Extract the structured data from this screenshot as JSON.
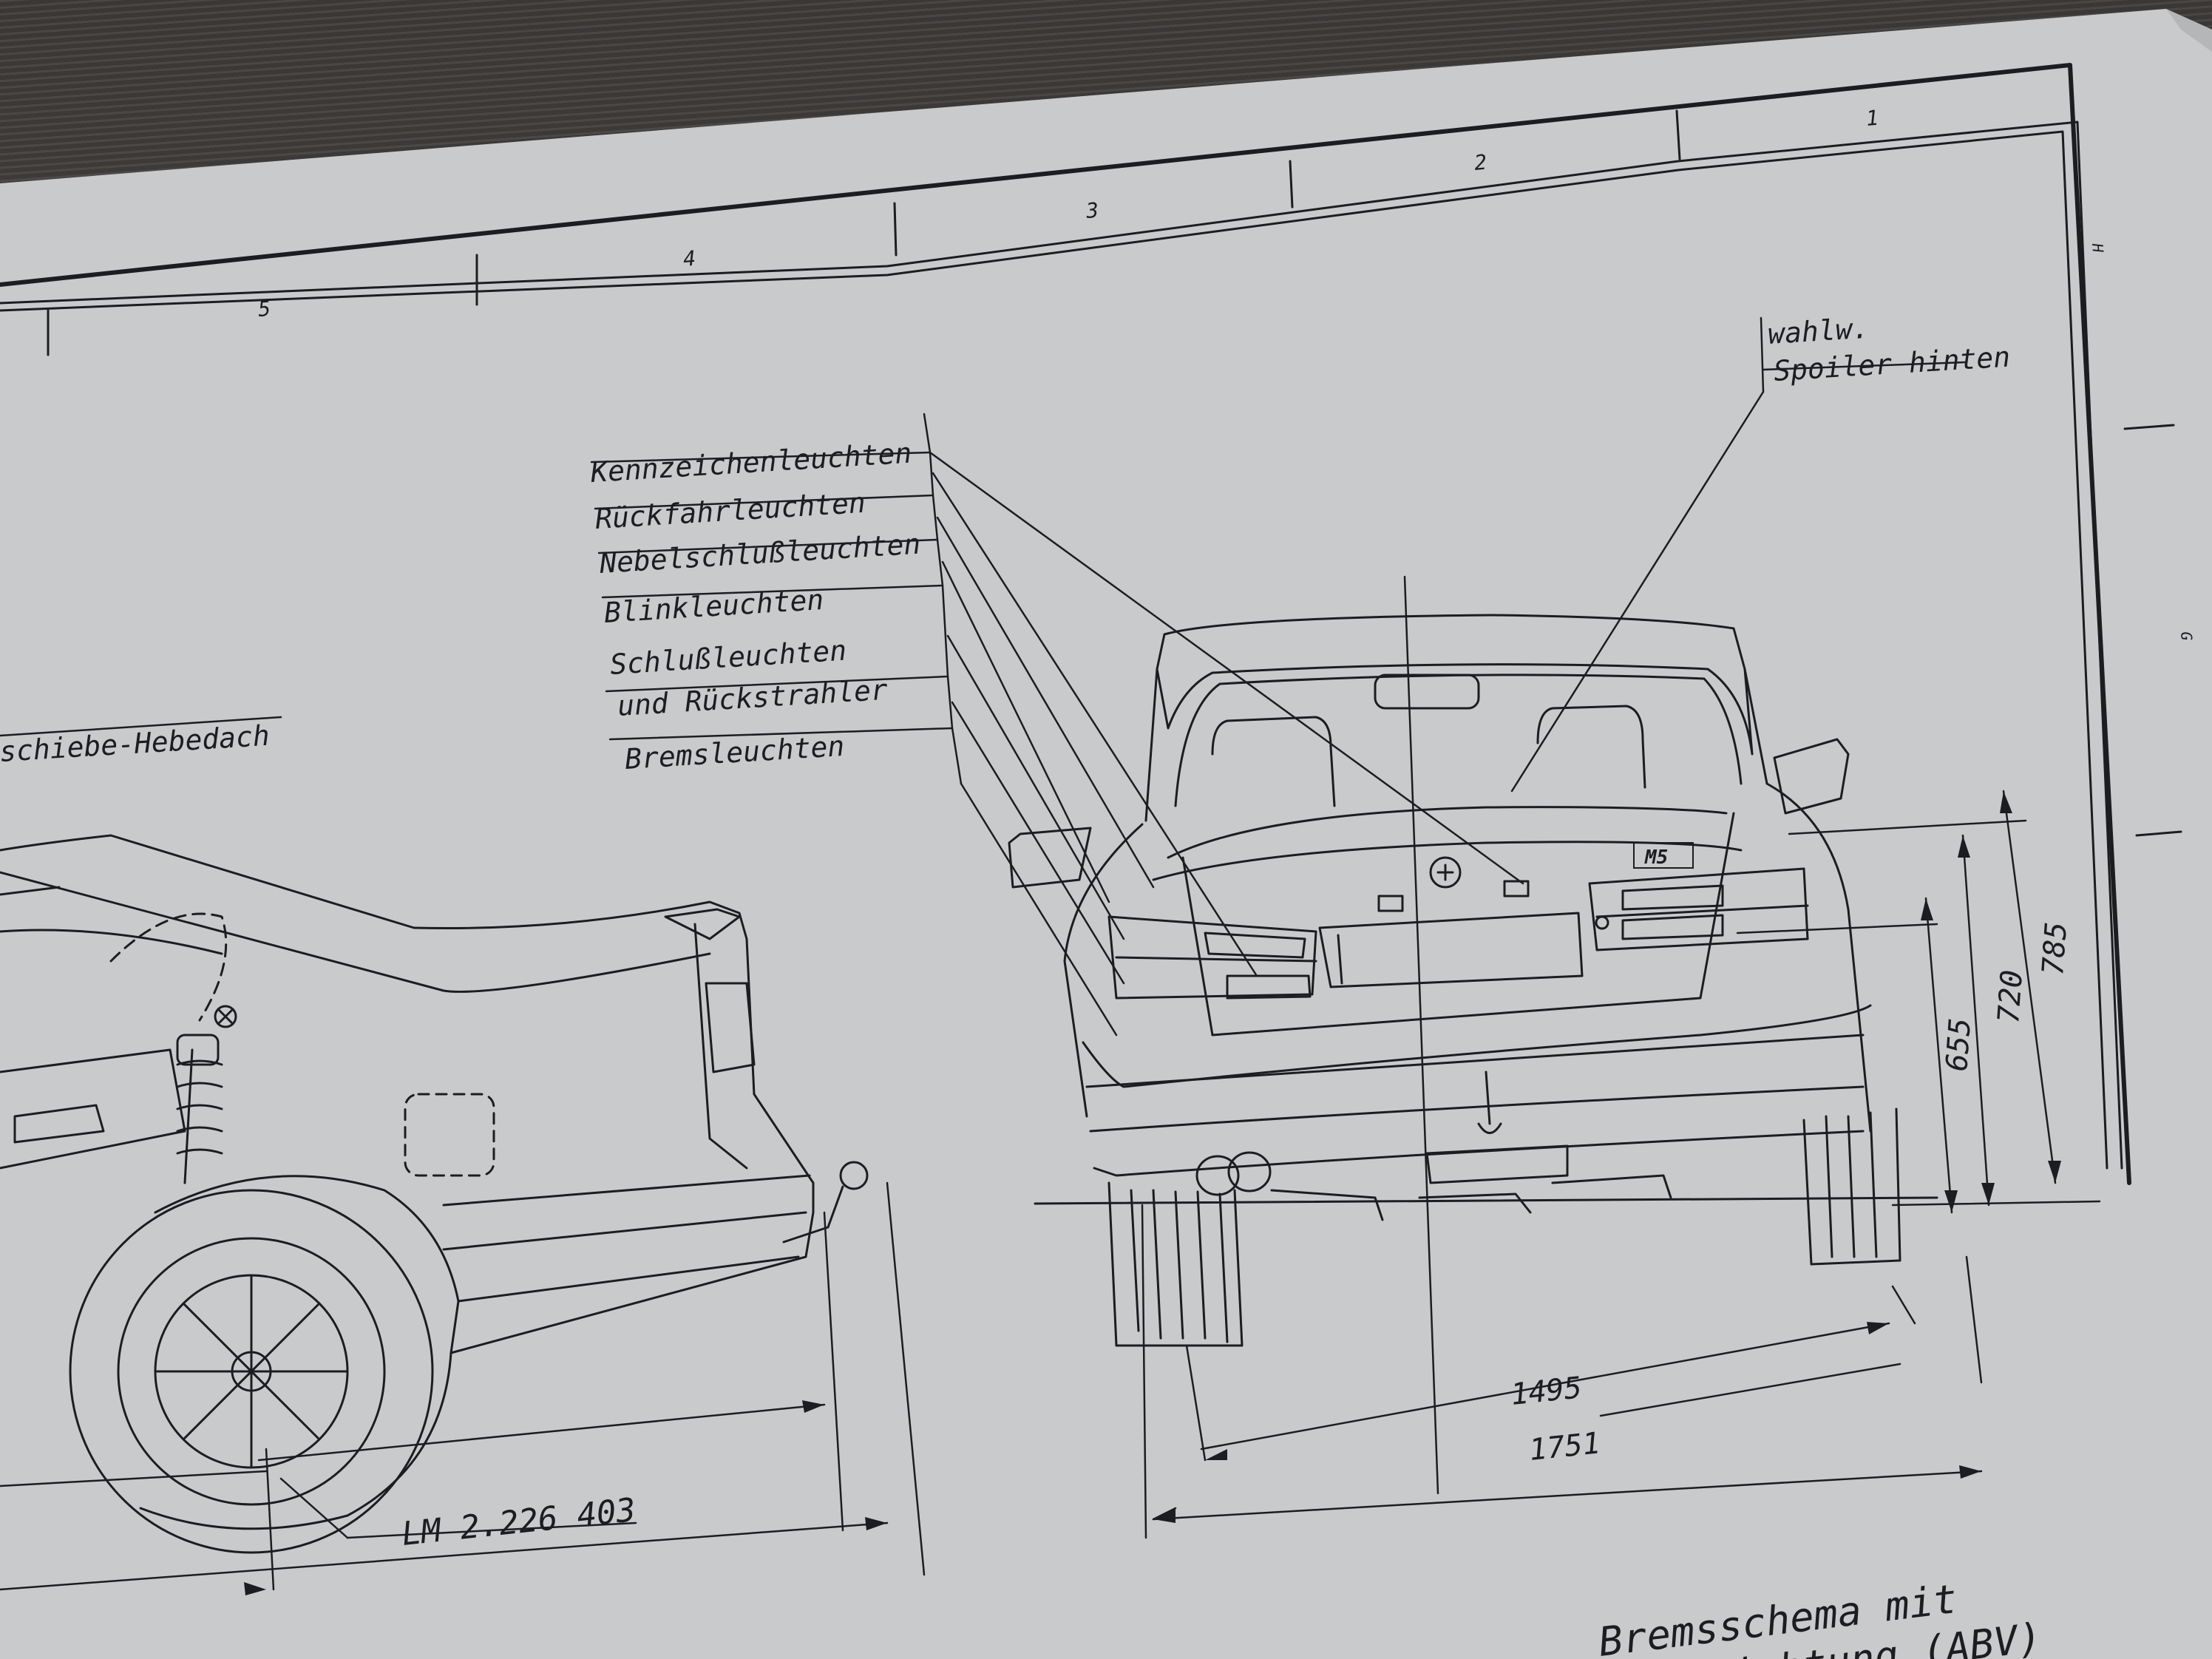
{
  "colors": {
    "paper": "#c9cacc",
    "ink": "#1c1d21",
    "wood": "#4a4745"
  },
  "frame": {
    "zone_numbers": [
      "5",
      "4",
      "3",
      "2",
      "1"
    ],
    "edge_letters": [
      "H",
      "G"
    ]
  },
  "callouts": {
    "items": [
      "Kennzeichenleuchten",
      "Rückfahrleuchten",
      "Nebelschlußleuchten",
      "Blinkleuchten",
      "Schlußleuchten",
      "und Rückstrahler",
      "Bremsleuchten"
    ],
    "spoiler_line1": "wahlw.",
    "spoiler_line2": "Spoiler hinten",
    "sunroof": "schiebe-Hebedach"
  },
  "badge": "M5",
  "dimensions": {
    "track": "1495",
    "width": "1751",
    "h1": "655",
    "h2": "720",
    "h3": "785",
    "part_no": "LM 2.226 403"
  },
  "footer": {
    "line1": "Bremsschema mit",
    "line2": "Vorrichtung (ABV)"
  }
}
